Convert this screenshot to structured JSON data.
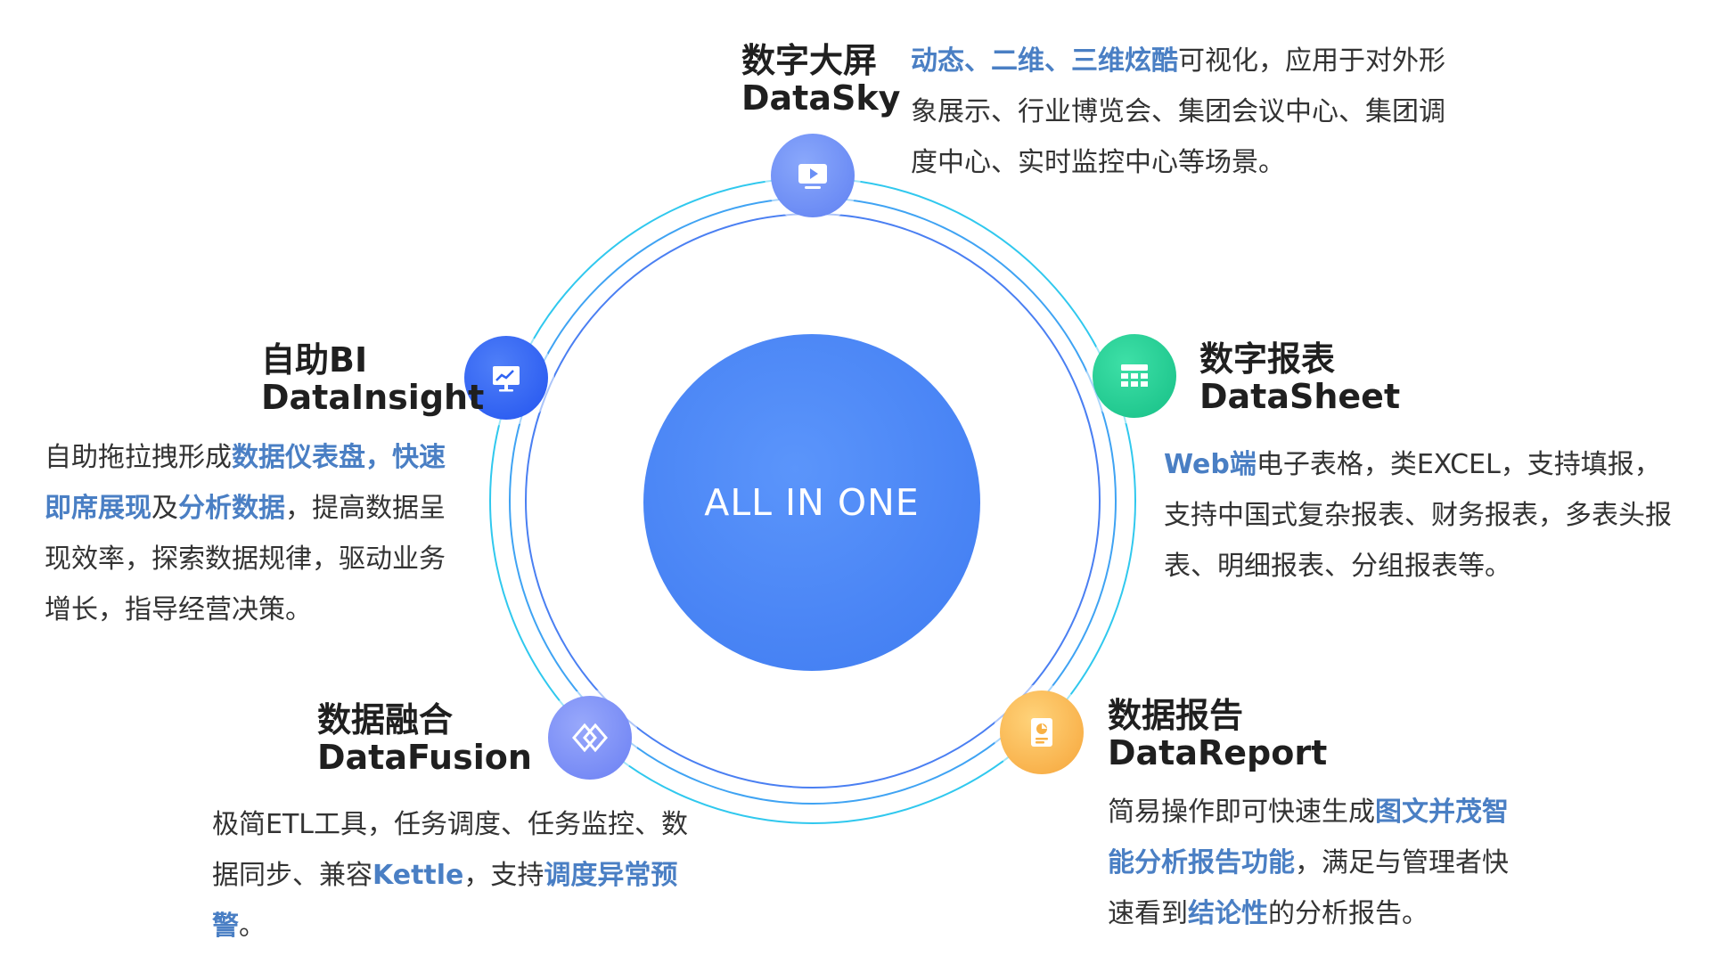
{
  "center": {
    "label": "ALL IN ONE",
    "color": "#4a85f5"
  },
  "colors": {
    "highlight": "#4a7fc4",
    "ring_outer": "#30c8ee",
    "ring_inner": "#4a7ff2"
  },
  "modules": [
    {
      "key": "datasky",
      "title_cn": "数字大屏",
      "title_en": "DataSky",
      "icon": "monitor-play-icon",
      "icon_color": "#6a8ff5",
      "desc_parts": [
        {
          "text": "动态、二维、三维炫酷",
          "hl": true
        },
        {
          "text": "可视化，应用于对外形象展示、行业博览会、集团会议中心、集团调度中心、实时监控中心等场景。",
          "hl": false
        }
      ]
    },
    {
      "key": "datasheet",
      "title_cn": "数字报表",
      "title_en": "DataSheet",
      "icon": "table-grid-icon",
      "icon_color": "#1ec98f",
      "desc_parts": [
        {
          "text": "Web端",
          "hl": true
        },
        {
          "text": "电子表格，类EXCEL，支持填报，支持中国式复杂报表、财务报表，多表头报表、明细报表、分组报表等。",
          "hl": false
        }
      ]
    },
    {
      "key": "datareport",
      "title_cn": "数据报告",
      "title_en": "DataReport",
      "icon": "report-document-icon",
      "icon_color": "#f8b144",
      "desc_parts": [
        {
          "text": "简易操作即可快速生成",
          "hl": false
        },
        {
          "text": "图文并茂智能分析报告功能",
          "hl": true
        },
        {
          "text": "，满足与管理者快速看到",
          "hl": false
        },
        {
          "text": "结论性",
          "hl": true
        },
        {
          "text": "的分析报告。",
          "hl": false
        }
      ]
    },
    {
      "key": "datafusion",
      "title_cn": "数据融合",
      "title_en": "DataFusion",
      "icon": "diamond-merge-icon",
      "icon_color": "#6f86f6",
      "desc_parts": [
        {
          "text": "极简ETL工具，任务调度、任务监控、数据同步、兼容",
          "hl": false
        },
        {
          "text": "Kettle",
          "hl": true
        },
        {
          "text": "，支持",
          "hl": false
        },
        {
          "text": "调度异常预警",
          "hl": true
        },
        {
          "text": "。",
          "hl": false
        }
      ]
    },
    {
      "key": "datainsight",
      "title_cn": "自助BI",
      "title_en": "DataInsight",
      "icon": "dashboard-chart-icon",
      "icon_color": "#2f63f3",
      "desc_parts": [
        {
          "text": "自助拖拉拽形成",
          "hl": false
        },
        {
          "text": "数据仪表盘，快速即席展现",
          "hl": true
        },
        {
          "text": "及",
          "hl": false
        },
        {
          "text": "分析数据",
          "hl": true
        },
        {
          "text": "，提高数据呈现效率，探索数据规律，驱动业务增长，指导经营决策。",
          "hl": false
        }
      ]
    }
  ]
}
